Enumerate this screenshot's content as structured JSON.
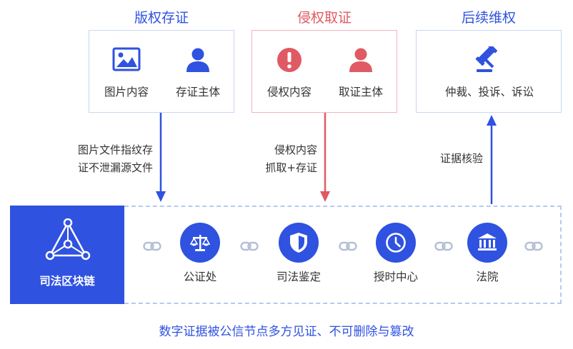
{
  "stages": [
    {
      "title": "版权存证",
      "title_color": "#2f52e0",
      "items": [
        {
          "label": "图片内容",
          "icon": "image-icon"
        },
        {
          "label": "存证主体",
          "icon": "user-icon"
        }
      ]
    },
    {
      "title": "侵权取证",
      "title_color": "#e05a63",
      "items": [
        {
          "label": "侵权内容",
          "icon": "alert-icon"
        },
        {
          "label": "取证主体",
          "icon": "user-icon"
        }
      ]
    },
    {
      "title": "后续维权",
      "title_color": "#2f52e0",
      "items": [
        {
          "label": "仲裁、投诉、诉讼",
          "icon": "gavel-icon"
        }
      ]
    }
  ],
  "flows": [
    {
      "lines": [
        "图片文件指纹存",
        "证不泄漏源文件"
      ],
      "direction": "down",
      "color": "#2f52e0"
    },
    {
      "lines": [
        "侵权内容",
        "抓取+存证"
      ],
      "direction": "down",
      "color": "#e05a63"
    },
    {
      "lines": [
        "证据核验"
      ],
      "direction": "up",
      "color": "#2f52e0"
    }
  ],
  "chain": {
    "label": "司法区块链",
    "icon": "blockchain-network-icon",
    "color": "#2f52e0",
    "nodes": [
      {
        "label": "公证处",
        "icon": "scale-icon"
      },
      {
        "label": "司法鉴定",
        "icon": "shield-icon"
      },
      {
        "label": "授时中心",
        "icon": "clock-icon"
      },
      {
        "label": "法院",
        "icon": "courthouse-icon"
      }
    ],
    "connector_icon": "link-icon"
  },
  "footer": "数字证据被公信节点多方见证、不可删除与篡改"
}
